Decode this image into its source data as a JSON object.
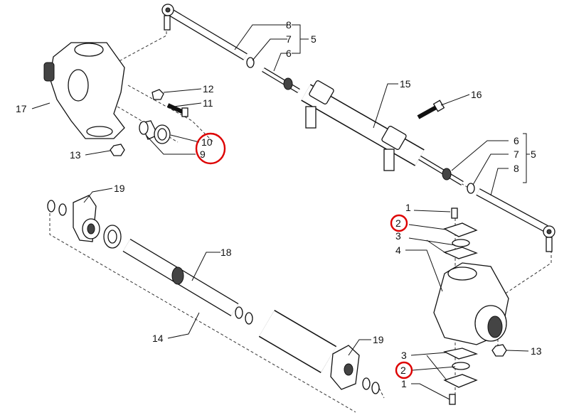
{
  "diagram": {
    "type": "exploded-parts-diagram",
    "highlight_color": "#dd0000",
    "callouts": [
      {
        "label": "8"
      },
      {
        "label": "7"
      },
      {
        "label": "5"
      },
      {
        "label": "6"
      },
      {
        "label": "12"
      },
      {
        "label": "11"
      },
      {
        "label": "17"
      },
      {
        "label": "10"
      },
      {
        "label": "9"
      },
      {
        "label": "13"
      },
      {
        "label": "15"
      },
      {
        "label": "16"
      },
      {
        "label": "6"
      },
      {
        "label": "7"
      },
      {
        "label": "5"
      },
      {
        "label": "8"
      },
      {
        "label": "19"
      },
      {
        "label": "18"
      },
      {
        "label": "14"
      },
      {
        "label": "19"
      },
      {
        "label": "1"
      },
      {
        "label": "2"
      },
      {
        "label": "3"
      },
      {
        "label": "4"
      },
      {
        "label": "13"
      },
      {
        "label": "3"
      },
      {
        "label": "2"
      },
      {
        "label": "1"
      }
    ]
  }
}
